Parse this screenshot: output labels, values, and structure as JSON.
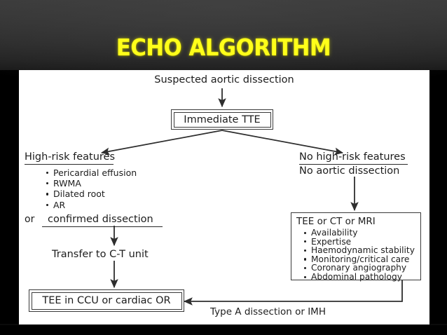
{
  "slide": {
    "title": "ECHO ALGORITHM",
    "title_color": "#ffff1a",
    "background_color": "#000000",
    "panel_color": "#ffffff"
  },
  "flowchart": {
    "type": "flowchart",
    "start_label": "Suspected aortic dissection",
    "primary_box": "Immediate TTE",
    "left_branch": {
      "heading": "High-risk features",
      "heading_underlined": true,
      "bullets": [
        "Pericardial effusion",
        "RWMA",
        "Dilated root",
        "AR"
      ],
      "or_prefix": "or",
      "or_label": "confirmed dissection",
      "or_label_underlined": true,
      "step_label": "Transfer to C-T unit"
    },
    "right_branch": {
      "heading": "No high-risk features",
      "heading_underlined": true,
      "subheading": "No aortic dissection",
      "box_title": "TEE or CT or MRI",
      "bullets": [
        "Availability",
        "Expertise",
        "Haemodynamic stability",
        "Monitoring/critical care",
        "Coronary angiography",
        "Abdominal pathology"
      ]
    },
    "final_box": "TEE in CCU or cardiac OR",
    "return_edge_label": "Type A dissection or IMH"
  }
}
